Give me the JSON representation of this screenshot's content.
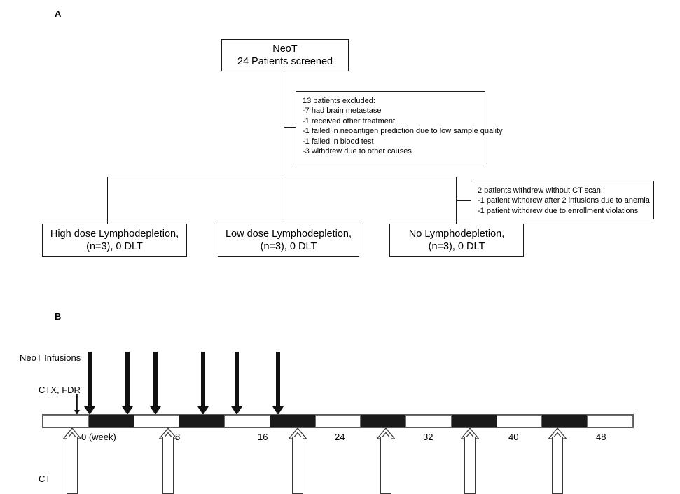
{
  "figure": {
    "panels": [
      {
        "id": "A",
        "label": "A"
      },
      {
        "id": "B",
        "label": "B"
      }
    ]
  },
  "panel_a": {
    "root_box": {
      "name": "neot-screening-box",
      "lines": [
        "NeoT",
        "24 Patients screened"
      ]
    },
    "exclusion_note": {
      "name": "excluded-patients-note",
      "lines": [
        "13 patients excluded:",
        "-7 had brain metastase",
        "-1 received other treatment",
        "-1 failed in neoantigen prediction due to low sample quality",
        "-1 failed in blood test",
        "-3 withdrew due to other causes"
      ]
    },
    "withdraw_note": {
      "name": "withdrew-without-ct-note",
      "lines": [
        "2 patients withdrew without CT scan:",
        "-1 patient withdrew after 2 infusions due to anemia",
        "-1 patient withdrew due to enrollment violations"
      ]
    },
    "arms": [
      {
        "name": "high-dose-arm-box",
        "lines": [
          "High dose Lymphodepletion,",
          "(n=3), 0 DLT"
        ]
      },
      {
        "name": "low-dose-arm-box",
        "lines": [
          "Low dose Lymphodepletion,",
          "(n=3), 0 DLT"
        ]
      },
      {
        "name": "no-depletion-arm-box",
        "lines": [
          "No Lymphodepletion,",
          "(n=3), 0 DLT"
        ]
      }
    ]
  },
  "panel_b": {
    "labels": {
      "infusions": "NeoT Infusions",
      "conditioning": "CTX, FDR",
      "ct": "CT"
    },
    "axis": {
      "unit_label": "0 (week)",
      "ticks": [
        "0 (week)",
        "8",
        "16",
        "24",
        "32",
        "40",
        "48"
      ],
      "tick_values": [
        0,
        8,
        16,
        24,
        32,
        40,
        48
      ]
    },
    "timeline": {
      "segment_count": 13,
      "first_segment_color": "white",
      "colors": [
        "#ffffff",
        "#1a1a1a"
      ]
    },
    "infusion_arrows": {
      "count": 6,
      "name": "neot-infusion-arrow"
    },
    "conditioning_arrow": {
      "count": 1,
      "name": "ctx-fdr-arrow"
    },
    "ct_arrows": {
      "count": 6,
      "name": "ct-scan-arrow"
    }
  },
  "colors": {
    "ink": "#1a1a1a",
    "fill_black": "#1a1a1a",
    "fill_white": "#ffffff",
    "outline": "#5a5a5a"
  }
}
